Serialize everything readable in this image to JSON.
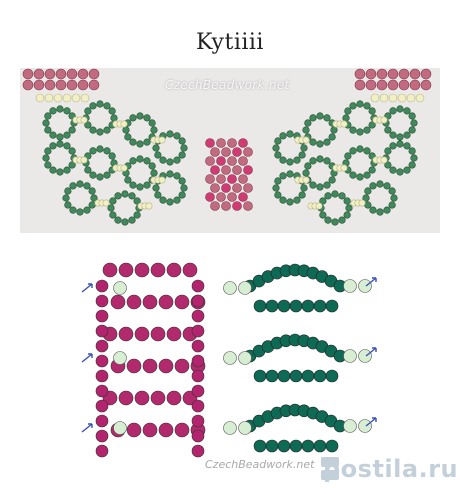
{
  "title": "Kytiiii",
  "photo_watermark": "CzechBeadwork.net",
  "diagram_watermark": "CzechBeadwork.net",
  "badge": {
    "text": "postila.ru"
  },
  "colors": {
    "green": "#3f8a5a",
    "cream": "#f1efc4",
    "rose": "#c26a80",
    "magenta": "#b4246e",
    "teal": "#0e6a55",
    "pale": "#d8eed3",
    "arrow_blue": "#3a4fb8"
  }
}
